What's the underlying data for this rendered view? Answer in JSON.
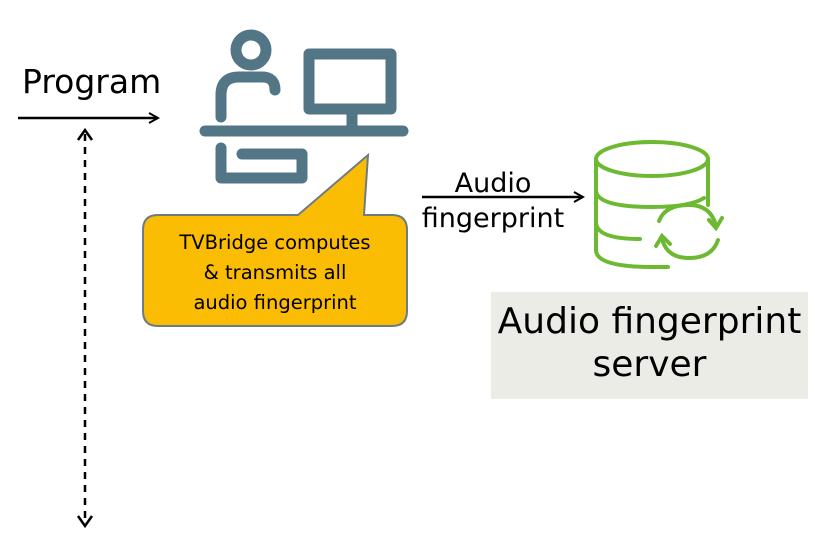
{
  "program_label": "Program",
  "edge_label": "Audio\nfingerprint",
  "callout_text": "TVBridge computes\n& transmits all\naudio fingerprint",
  "server_label": "Audio fingerprint\nserver",
  "icons": {
    "user": "person-at-computer-icon",
    "server": "database-sync-icon"
  },
  "colors": {
    "user_icon": "#537686",
    "callout_fill": "#fbbc04",
    "callout_border": "#6d7b85",
    "server_icon": "#6dba32",
    "server_box": "#ecece6"
  }
}
